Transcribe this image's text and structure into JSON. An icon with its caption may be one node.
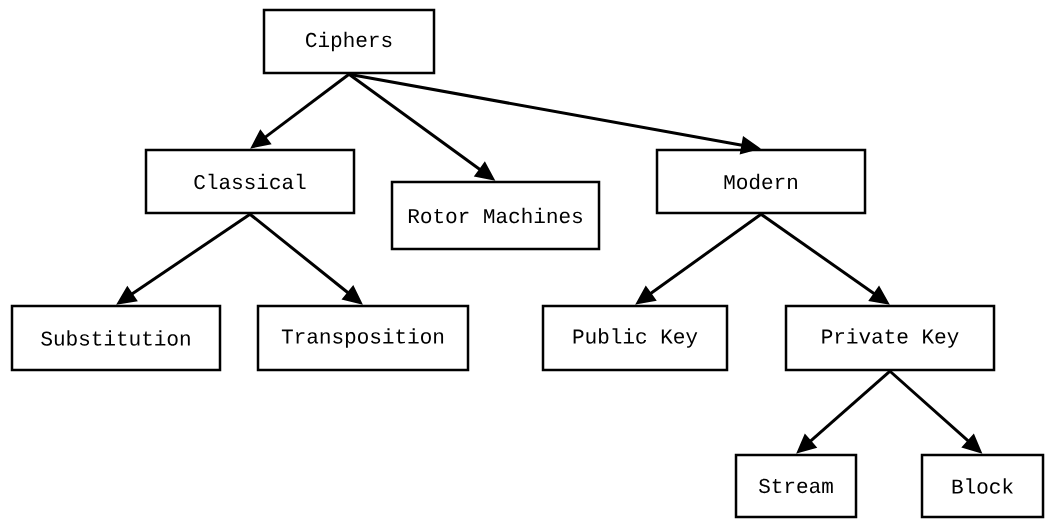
{
  "diagram": {
    "nodes": [
      {
        "text": [
          "Ciphers"
        ]
      },
      {
        "text": [
          "Classical"
        ]
      },
      {
        "text": [
          "Rotor Machines"
        ]
      },
      {
        "text": [
          "Modern"
        ]
      },
      {
        "text": [
          "Substitution"
        ]
      },
      {
        "text": [
          "Transposition"
        ]
      },
      {
        "text": [
          "Public Key"
        ]
      },
      {
        "text": [
          "Private Key"
        ]
      },
      {
        "text": [
          "Stream"
        ]
      },
      {
        "text": [
          "Block"
        ]
      }
    ],
    "edges": [
      {
        "from": 0,
        "to": 1,
        "arrow": "to"
      },
      {
        "from": 0,
        "to": 2,
        "arrow": "to"
      },
      {
        "from": 0,
        "to": 3,
        "arrow": "to"
      },
      {
        "from": 1,
        "to": 4,
        "arrow": "to"
      },
      {
        "from": 1,
        "to": 5,
        "arrow": "to"
      },
      {
        "from": 3,
        "to": 6,
        "arrow": "to"
      },
      {
        "from": 3,
        "to": 7,
        "arrow": "to"
      },
      {
        "from": 7,
        "to": 8,
        "arrow": "to"
      },
      {
        "from": 7,
        "to": 9,
        "arrow": "to"
      }
    ]
  }
}
